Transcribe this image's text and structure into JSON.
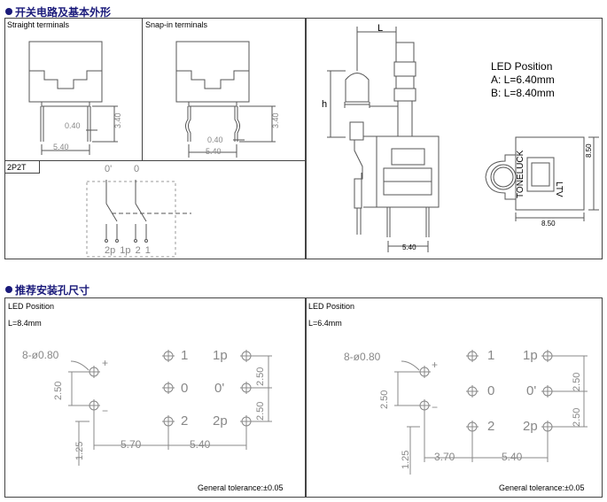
{
  "section1": {
    "title": "开关电路及基本外形"
  },
  "section2": {
    "title": "推荐安装孔尺寸"
  },
  "straight": {
    "label": "Straight terminals",
    "dim_gap": "0.40",
    "dim_pitch": "5.40",
    "dim_height": "3.40"
  },
  "snapin": {
    "label": "Snap-in terminals",
    "dim_gap": "0.40",
    "dim_pitch": "5.40",
    "dim_height": "3.40"
  },
  "circuit": {
    "label": "2P2T",
    "top_left": "0'",
    "top_right": "0",
    "bottom_labels": "2p 1p 2  1"
  },
  "side_view": {
    "dim_L": "L",
    "dim_h": "h",
    "dim_bottom": "5.40"
  },
  "led_info": {
    "title": "LED Position",
    "line_a": "A: L=6.40mm",
    "line_b": "B: L=8.40mm"
  },
  "top_view": {
    "text_toneluck": "TONELUCK",
    "text_ltv": "LTV",
    "dim_width": "8.50",
    "dim_height": "8.50"
  },
  "hole_left": {
    "title": "LED Position",
    "sub": "L=8.4mm",
    "holes": "8-ø0.80",
    "plus": "+",
    "minus": "−",
    "dim_250a": "2.50",
    "dim_125": "1.25",
    "dim_570": "5.70",
    "dim_540": "5.40",
    "dim_250r1": "2.50",
    "dim_250r2": "2.50",
    "pin1": "1",
    "pin0": "0",
    "pin2": "2",
    "pin1p": "1p",
    "pin0p": "0'",
    "pin2p": "2p",
    "tolerance": "General tolerance:±0.05"
  },
  "hole_right": {
    "title": "LED Position",
    "sub": "L=6.4mm",
    "holes": "8-ø0.80",
    "plus": "+",
    "minus": "−",
    "dim_250a": "2.50",
    "dim_125": "1.25",
    "dim_370": "3.70",
    "dim_540": "5.40",
    "dim_250r1": "2.50",
    "dim_250r2": "2.50",
    "pin1": "1",
    "pin0": "0",
    "pin2": "2",
    "pin1p": "1p",
    "pin0p": "0'",
    "pin2p": "2p",
    "tolerance": "General tolerance:±0.05"
  }
}
